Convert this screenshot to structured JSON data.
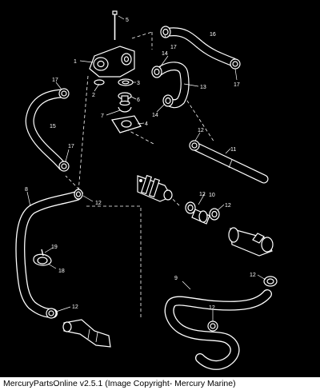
{
  "diagram": {
    "callouts": {
      "c1": "1",
      "c2": "2",
      "c3": "3",
      "c4": "4",
      "c5": "5",
      "c6": "6",
      "c7": "7",
      "c8": "8",
      "c9": "9",
      "c10": "10",
      "c11": "11",
      "c12a": "12",
      "c12b": "12",
      "c12c": "12",
      "c12d": "12",
      "c12e": "12",
      "c12f": "12",
      "c13": "13",
      "c14a": "14",
      "c14b": "14",
      "c15": "15",
      "c16": "16",
      "c17a": "17",
      "c17b": "17",
      "c17c": "17",
      "c17d": "17",
      "c18": "18",
      "c19": "19"
    }
  },
  "footer": {
    "caption": "MercuryPartsOnline v2.5.1 (Image Copyright- Mercury Marine)"
  },
  "colors": {
    "background": "#000000",
    "line": "#ffffff",
    "footer_bg": "#ffffff",
    "footer_text": "#000000"
  }
}
